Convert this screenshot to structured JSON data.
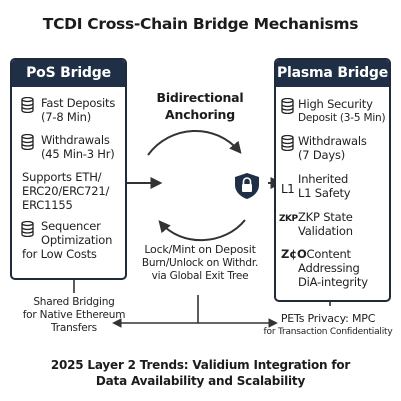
{
  "title": "TCDI Cross-Chain Bridge Mechanisms",
  "left_panel": {
    "header": "PoS Bridge",
    "items": [
      {
        "icon": "database-icon",
        "lines": [
          "Fast Deposits",
          "(7-8 Min)"
        ]
      },
      {
        "icon": "database-icon",
        "lines": [
          "Withdrawals",
          "(45 Min-3 Hr)"
        ]
      },
      {
        "icon": "",
        "lines": [
          "Supports ETH/",
          "ERC20/ERC721/",
          "ERC1155"
        ]
      },
      {
        "icon": "database-icon",
        "lines": [
          "Sequencer",
          "Optimization",
          "for Low Costs"
        ]
      }
    ]
  },
  "right_panel": {
    "header": "Plasma Bridge",
    "items": [
      {
        "icon": "database-icon",
        "lines": [
          "High Security",
          "Deposit (3-5 Min)"
        ]
      },
      {
        "icon": "database-icon",
        "lines": [
          "Withdrawals",
          "(7 Days)"
        ]
      },
      {
        "tag": "L1",
        "lines": [
          "Inherited",
          "L1 Safety"
        ]
      },
      {
        "tag": "ZKP",
        "lines": [
          "ZKP State",
          "Validation"
        ]
      },
      {
        "tag": "Z¢O",
        "lines": [
          "Content",
          "Addressing",
          "DiA-integrity"
        ]
      }
    ]
  },
  "center": {
    "heading_lines": [
      "Bidirectional",
      "Anchoring"
    ],
    "lock_icon": "padlock-icon",
    "caption_lines": [
      "Lock/Mint on Deposit",
      "Burn/Unlock on Withdr.",
      "via Global Exit Tree"
    ]
  },
  "footer_left_lines": [
    "Shared Bridging",
    "for Native Ethereum",
    "Transfers"
  ],
  "footer_right_lines": [
    "PETs Privacy: MPC",
    "for Transaction Confidentiality"
  ],
  "trend_lines": [
    "2025 Layer 2 Trends: Validium Integration for",
    "Data Availability and Scalability"
  ],
  "colors": {
    "panel_header": "#1f2f46",
    "panel_border": "#1f2a3a",
    "arrow": "#333333",
    "shield": "#1f2f46"
  }
}
